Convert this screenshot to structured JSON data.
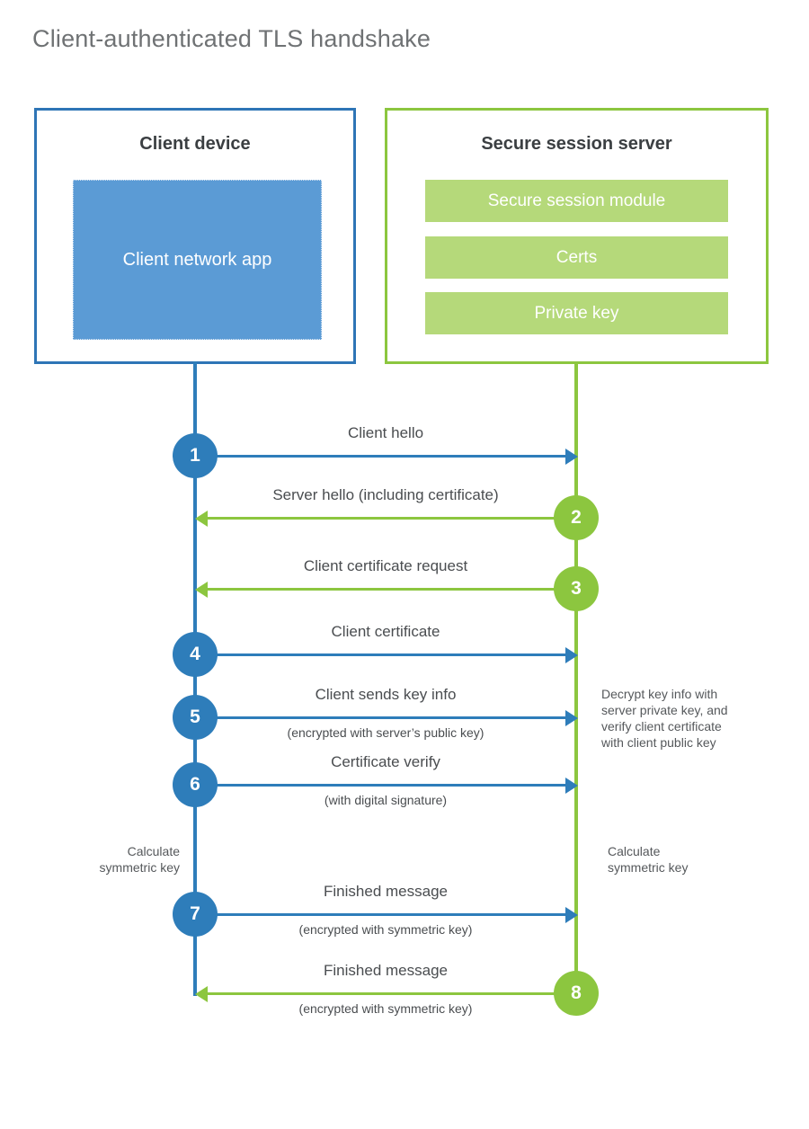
{
  "title": "Client-authenticated TLS handshake",
  "actors": {
    "client": {
      "title": "Client device",
      "app_label": "Client network app",
      "border_color": "#2e75b6",
      "app_fill": "#5b9bd5"
    },
    "server": {
      "title": "Secure session server",
      "border_color": "#8cc63f",
      "bar_fill": "#b5d97a",
      "components": [
        "Secure session module",
        "Certs",
        "Private key"
      ]
    }
  },
  "colors": {
    "client_accent": "#2e7dba",
    "server_accent": "#8cc63f",
    "text": "#4a4d50",
    "title_text": "#6f7274"
  },
  "messages": [
    {
      "step": "1",
      "label": "Client hello",
      "sublabel": "",
      "direction": "client-to-server",
      "origin": "client"
    },
    {
      "step": "2",
      "label": "Server hello (including certificate)",
      "sublabel": "",
      "direction": "server-to-client",
      "origin": "server"
    },
    {
      "step": "3",
      "label": "Client certificate request",
      "sublabel": "",
      "direction": "server-to-client",
      "origin": "server"
    },
    {
      "step": "4",
      "label": "Client certificate",
      "sublabel": "",
      "direction": "client-to-server",
      "origin": "client"
    },
    {
      "step": "5",
      "label": "Client sends key info",
      "sublabel": "(encrypted with server’s public key)",
      "direction": "client-to-server",
      "origin": "client"
    },
    {
      "step": "6",
      "label": "Certificate verify",
      "sublabel": "(with digital signature)",
      "direction": "client-to-server",
      "origin": "client"
    },
    {
      "step": "7",
      "label": "Finished message",
      "sublabel": "(encrypted with symmetric key)",
      "direction": "client-to-server",
      "origin": "client"
    },
    {
      "step": "8",
      "label": "Finished message",
      "sublabel": "(encrypted with symmetric key)",
      "direction": "server-to-client",
      "origin": "server"
    }
  ],
  "annotations": {
    "server_decrypt": "Decrypt key info with\nserver private key, and\nverify client certificate\nwith client public key",
    "client_calculate": "Calculate\nsymmetric key",
    "server_calculate": "Calculate\nsymmetric key"
  }
}
